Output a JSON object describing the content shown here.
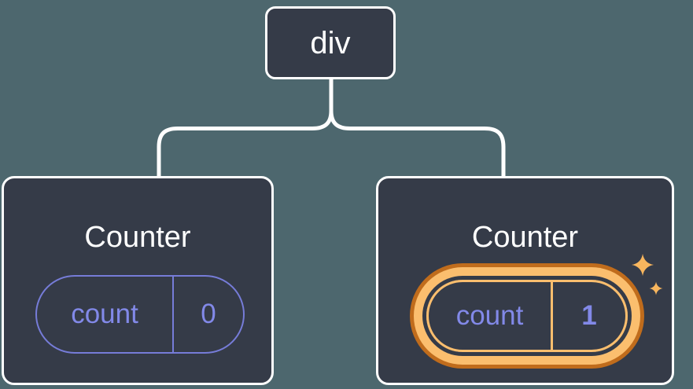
{
  "diagram": {
    "root": {
      "label": "div"
    },
    "children": [
      {
        "title": "Counter",
        "state_key": "count",
        "state_value": "0",
        "highlighted": false
      },
      {
        "title": "Counter",
        "state_key": "count",
        "state_value": "1",
        "highlighted": true
      }
    ]
  },
  "icons": {
    "sparkles": "two four-point sparkle stars marking updated state"
  },
  "colors": {
    "background": "#4D676E",
    "node-fill": "#353B48",
    "node-border": "#FFFFFF",
    "node-text": "#FFFFFF",
    "connector": "#FFFFFF",
    "state-purple": "#8289E8",
    "state-purple-border": "#767CD8",
    "highlight-orange": "#FBBE6E",
    "highlight-orange-dark": "#C06C1C",
    "sparkle": "#F8B65E"
  }
}
